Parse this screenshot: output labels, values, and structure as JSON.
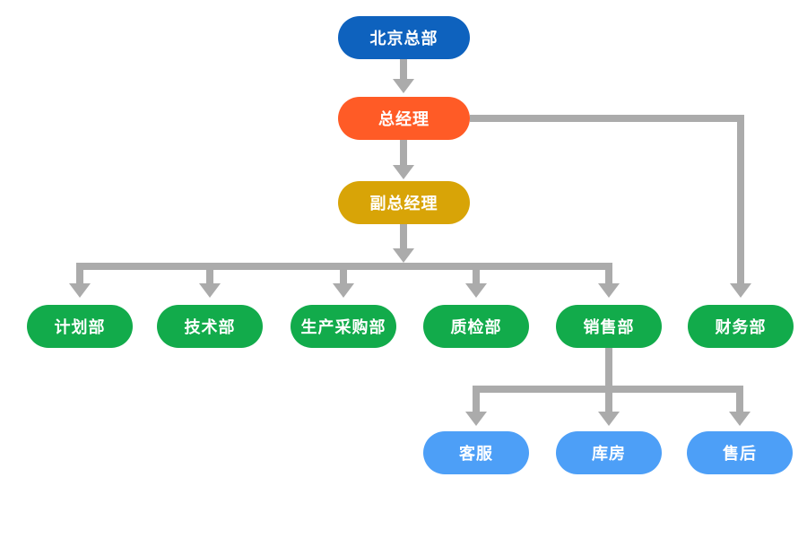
{
  "diagram": {
    "type": "org-chart-flowchart",
    "background": "#FFFFFF",
    "connector_color": "#ABABAB",
    "node_text_color": "#FFFFFF",
    "nodes": {
      "headquarters": {
        "label": "北京总部",
        "color": "#0E62BE",
        "level": 1
      },
      "general_manager": {
        "label": "总经理",
        "color": "#FF5B26",
        "level": 2
      },
      "deputy_general_manager": {
        "label": "副总经理",
        "color": "#D8A407",
        "level": 3
      },
      "planning": {
        "label": "计划部",
        "color": "#12AB4B",
        "level": 4
      },
      "technology": {
        "label": "技术部",
        "color": "#12AB4B",
        "level": 4
      },
      "production_procurement": {
        "label": "生产采购部",
        "color": "#12AB4B",
        "level": 4
      },
      "quality_inspection": {
        "label": "质检部",
        "color": "#12AB4B",
        "level": 4
      },
      "sales": {
        "label": "销售部",
        "color": "#12AB4B",
        "level": 4
      },
      "finance": {
        "label": "财务部",
        "color": "#12AB4B",
        "level": 4
      },
      "customer_service": {
        "label": "客服",
        "color": "#4D9FF7",
        "level": 5
      },
      "warehouse": {
        "label": "库房",
        "color": "#4D9FF7",
        "level": 5
      },
      "after_sales": {
        "label": "售后",
        "color": "#4D9FF7",
        "level": 5
      }
    },
    "edges": [
      {
        "from": "headquarters",
        "to": "general_manager"
      },
      {
        "from": "general_manager",
        "to": "deputy_general_manager"
      },
      {
        "from": "general_manager",
        "to": "finance"
      },
      {
        "from": "deputy_general_manager",
        "to": "planning"
      },
      {
        "from": "deputy_general_manager",
        "to": "technology"
      },
      {
        "from": "deputy_general_manager",
        "to": "production_procurement"
      },
      {
        "from": "deputy_general_manager",
        "to": "quality_inspection"
      },
      {
        "from": "deputy_general_manager",
        "to": "sales"
      },
      {
        "from": "sales",
        "to": "customer_service"
      },
      {
        "from": "sales",
        "to": "warehouse"
      },
      {
        "from": "sales",
        "to": "after_sales"
      }
    ]
  }
}
